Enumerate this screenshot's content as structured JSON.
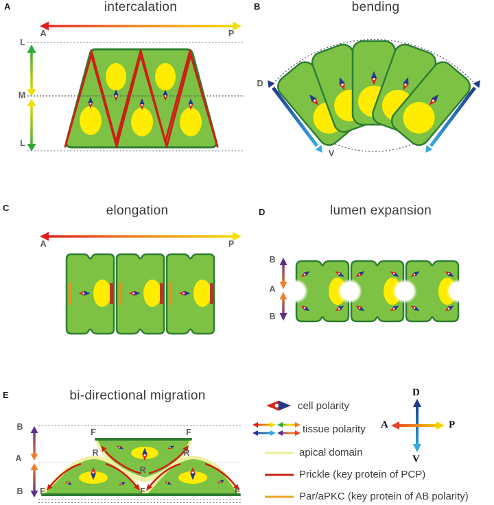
{
  "figure": {
    "background": "#ffffff"
  },
  "colors": {
    "cell_green": "#7dc244",
    "cell_border": "#2f7d33",
    "nucleus_yellow": "#ffec00",
    "prickle_red": "#cc2015",
    "par_apkc_orange": "#f0a226",
    "apical_pale_yellow": "#eef0a0",
    "polarity_navy": "#223a8c",
    "polarity_red": "#d9261c",
    "dv_blue_dark": "#1f3a8c",
    "dv_blue_light": "#35aae1",
    "ab_purple": "#5b2d8e",
    "ab_orange": "#f07f28",
    "ap_red": "#e01f1f",
    "ap_yellow": "#f2e000",
    "lm_green": "#2ea836"
  },
  "panel_a": {
    "letter": "A",
    "title": "intercalation",
    "anterior": "A",
    "posterior": "P",
    "lateral_top": "L",
    "medial": "M",
    "lateral_bottom": "L"
  },
  "panel_b": {
    "letter": "B",
    "title": "bending",
    "dorsal": "D",
    "ventral": "V"
  },
  "panel_c": {
    "letter": "C",
    "title": "elongation",
    "anterior": "A",
    "posterior": "P"
  },
  "panel_d": {
    "letter": "D",
    "title": "lumen expansion",
    "basal_top": "B",
    "apical": "A",
    "basal_bottom": "B"
  },
  "panel_e": {
    "letter": "E",
    "title": "bi-directional migration",
    "basal_top": "B",
    "apical": "A",
    "basal_bottom": "B",
    "front_top_left": "F",
    "front_top_right": "F",
    "rear_left": "R",
    "rear_right": "R",
    "rear_center": "R",
    "front_bottom_left": "F",
    "front_bottom_center": "F",
    "front_bottom_right": "F"
  },
  "legend": {
    "cell_polarity": "cell polarity",
    "tissue_polarity": "tissue polarity",
    "apical_domain": "apical domain",
    "prickle": "Prickle (key protein of  PCP)",
    "par_apkc": "Par/aPKC (key protein of AB polarity)",
    "compass": {
      "dorsal": "D",
      "ventral": "V",
      "anterior": "A",
      "posterior": "P"
    }
  }
}
